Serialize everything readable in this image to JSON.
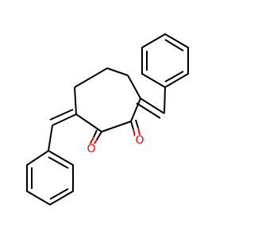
{
  "molecule": {
    "atoms": [
      {
        "id": "o1",
        "label": "O",
        "color": "#ff0000"
      },
      {
        "id": "o2",
        "label": "O",
        "color": "#ff0000"
      }
    ],
    "colors": {
      "bond": "#000000",
      "heteroatom_oxygen": "#ff0000",
      "background": "#ffffff"
    }
  }
}
